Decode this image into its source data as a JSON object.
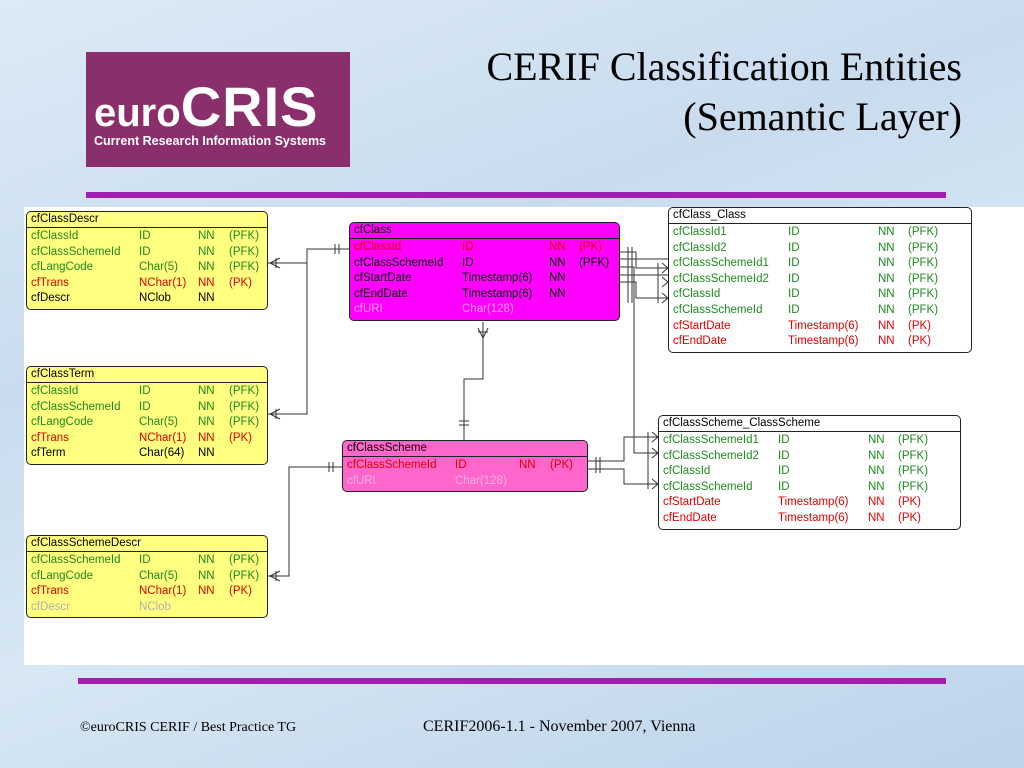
{
  "logo": {
    "euro": "euro",
    "cris": "CRIS",
    "tagline": "Current Research Information Systems"
  },
  "title": {
    "line1": "CERIF Classification Entities",
    "line2": "(Semantic Layer)"
  },
  "footer": {
    "left": "©euroCRIS CERIF / Best Practice TG",
    "center": "CERIF2006-1.1 -  November 2007, Vienna"
  },
  "entities": [
    {
      "name": "cfClassDescr",
      "style": "yellow",
      "cols": [
        0,
        108,
        167,
        198
      ],
      "rows": [
        {
          "cells": [
            "cfClassId",
            "ID",
            "NN",
            "(PFK)"
          ],
          "color": "green"
        },
        {
          "cells": [
            "cfClassSchemeId",
            "ID",
            "NN",
            "(PFK)"
          ],
          "color": "green"
        },
        {
          "cells": [
            "cfLangCode",
            "Char(5)",
            "NN",
            "(PFK)"
          ],
          "color": "green"
        },
        {
          "cells": [
            "cfTrans",
            "NChar(1)",
            "NN",
            "(PK)"
          ],
          "color": "red"
        },
        {
          "cells": [
            "cfDescr",
            "NClob",
            "NN",
            ""
          ],
          "color": "black"
        }
      ]
    },
    {
      "name": "cfClassTerm",
      "style": "yellow",
      "cols": [
        0,
        108,
        167,
        198
      ],
      "rows": [
        {
          "cells": [
            "cfClassId",
            "ID",
            "NN",
            "(PFK)"
          ],
          "color": "green"
        },
        {
          "cells": [
            "cfClassSchemeId",
            "ID",
            "NN",
            "(PFK)"
          ],
          "color": "green"
        },
        {
          "cells": [
            "cfLangCode",
            "Char(5)",
            "NN",
            "(PFK)"
          ],
          "color": "green"
        },
        {
          "cells": [
            "cfTrans",
            "NChar(1)",
            "NN",
            "(PK)"
          ],
          "color": "red"
        },
        {
          "cells": [
            "cfTerm",
            "Char(64)",
            "NN",
            ""
          ],
          "color": "black"
        }
      ]
    },
    {
      "name": "cfClassSchemeDescr",
      "style": "yellow",
      "cols": [
        0,
        108,
        167,
        198
      ],
      "rows": [
        {
          "cells": [
            "cfClassSchemeId",
            "ID",
            "NN",
            "(PFK)"
          ],
          "color": "green"
        },
        {
          "cells": [
            "cfLangCode",
            "Char(5)",
            "NN",
            "(PFK)"
          ],
          "color": "green"
        },
        {
          "cells": [
            "cfTrans",
            "NChar(1)",
            "NN",
            "(PK)"
          ],
          "color": "red"
        },
        {
          "cells": [
            "cfDescr",
            "NClob",
            "",
            ""
          ],
          "color": "grey"
        }
      ]
    },
    {
      "name": "cfClass",
      "style": "magenta",
      "cols": [
        0,
        108,
        195,
        225
      ],
      "rows": [
        {
          "cells": [
            "cfClassId",
            "ID",
            "NN",
            "(PK)"
          ],
          "color": "red"
        },
        {
          "cells": [
            "cfClassSchemeId",
            "ID",
            "NN",
            "(PFK)"
          ],
          "color": "black"
        },
        {
          "cells": [
            "cfStartDate",
            "Timestamp(6)",
            "NN",
            ""
          ],
          "color": "black"
        },
        {
          "cells": [
            "cfEndDate",
            "Timestamp(6)",
            "NN",
            ""
          ],
          "color": "black"
        },
        {
          "cells": [
            "cfURI",
            "Char(128)",
            "",
            ""
          ],
          "color": "pinkg"
        }
      ]
    },
    {
      "name": "cfClassScheme",
      "style": "pink",
      "cols": [
        0,
        108,
        172,
        203
      ],
      "rows": [
        {
          "cells": [
            "cfClassSchemeId",
            "ID",
            "NN",
            "(PK)"
          ],
          "color": "red"
        },
        {
          "cells": [
            "cfURI",
            "Char(128)",
            "",
            ""
          ],
          "color": "pinkf"
        }
      ]
    },
    {
      "name": "cfClass_Class",
      "style": "white",
      "cols": [
        0,
        115,
        205,
        235
      ],
      "rows": [
        {
          "cells": [
            "cfClassId1",
            "ID",
            "NN",
            "(PFK)"
          ],
          "color": "green"
        },
        {
          "cells": [
            "cfClassId2",
            "ID",
            "NN",
            "(PFK)"
          ],
          "color": "green"
        },
        {
          "cells": [
            "cfClassSchemeId1",
            "ID",
            "NN",
            "(PFK)"
          ],
          "color": "green"
        },
        {
          "cells": [
            "cfClassSchemeId2",
            "ID",
            "NN",
            "(PFK)"
          ],
          "color": "green"
        },
        {
          "cells": [
            "cfClassId",
            "ID",
            "NN",
            "(PFK)"
          ],
          "color": "green"
        },
        {
          "cells": [
            "cfClassSchemeId",
            "ID",
            "NN",
            "(PFK)"
          ],
          "color": "green"
        },
        {
          "cells": [
            "cfStartDate",
            "Timestamp(6)",
            "NN",
            "(PK)"
          ],
          "color": "red"
        },
        {
          "cells": [
            "cfEndDate",
            "Timestamp(6)",
            "NN",
            "(PK)"
          ],
          "color": "red"
        }
      ]
    },
    {
      "name": "cfClassScheme_ClassScheme",
      "style": "white",
      "cols": [
        0,
        115,
        205,
        235
      ],
      "rows": [
        {
          "cells": [
            "cfClassSchemeId1",
            "ID",
            "NN",
            "(PFK)"
          ],
          "color": "green"
        },
        {
          "cells": [
            "cfClassSchemeId2",
            "ID",
            "NN",
            "(PFK)"
          ],
          "color": "green"
        },
        {
          "cells": [
            "cfClassId",
            "ID",
            "NN",
            "(PFK)"
          ],
          "color": "green"
        },
        {
          "cells": [
            "cfClassSchemeId",
            "ID",
            "NN",
            "(PFK)"
          ],
          "color": "green"
        },
        {
          "cells": [
            "cfStartDate",
            "Timestamp(6)",
            "NN",
            "(PK)"
          ],
          "color": "red"
        },
        {
          "cells": [
            "cfEndDate",
            "Timestamp(6)",
            "NN",
            "(PK)"
          ],
          "color": "red"
        }
      ]
    }
  ]
}
